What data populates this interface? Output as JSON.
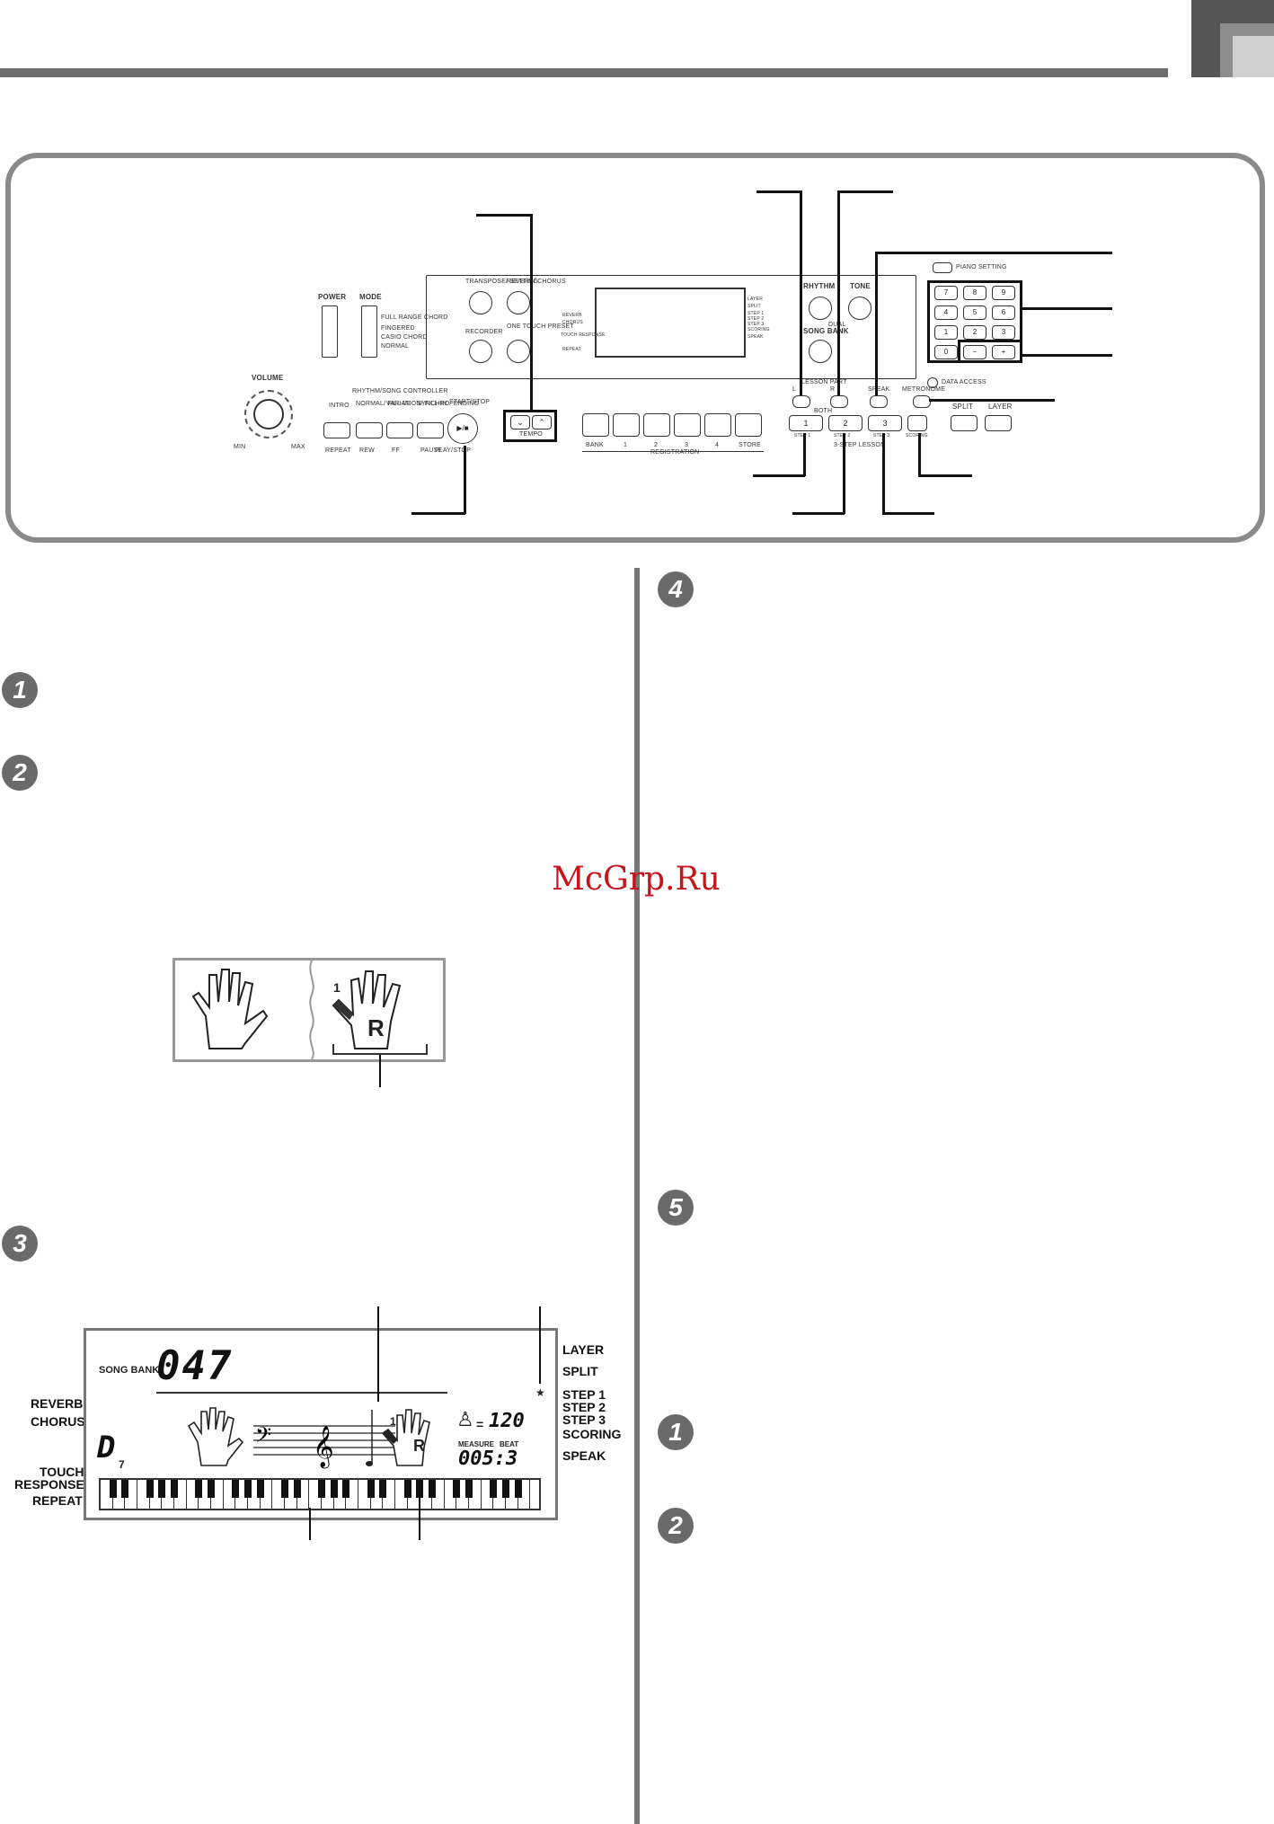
{
  "header": {
    "rule_color": "#6c6c6c"
  },
  "panel": {
    "labels": {
      "power": "POWER",
      "mode": "MODE",
      "mode_opts": [
        "FULL RANGE CHORD",
        "FINGERED",
        "CASIO CHORD",
        "NORMAL"
      ],
      "volume": "VOLUME",
      "vol_min": "MIN",
      "vol_max": "MAX",
      "transpose": "TRANSPOSE/ SETTING",
      "reverb_chorus": "REVERB/ CHORUS",
      "recorder": "RECORDER",
      "one_touch": "ONE TOUCH PRESET",
      "rhythm": "RHYTHM",
      "tone": "TONE",
      "dual": "DUAL",
      "song_bank": "SONG BANK",
      "piano_setting": "PIANO SETTING",
      "controller": "RHYTHM/SONG CONTROLLER",
      "intro": "INTRO",
      "normal_fill": "NORMAL/ FILL-IN",
      "variation_fill": "VARIATION/ FILL-IN",
      "synchro": "SYNCHRO/ ENDING",
      "start_stop": "START/STOP",
      "repeat": "REPEAT",
      "rew": "REW",
      "ff": "FF",
      "pause": "PAUSE",
      "play_stop": "PLAY/STOP",
      "tempo": "TEMPO",
      "bank": "BANK",
      "store": "STORE",
      "registration": "REGISTRATION",
      "reg_nums": [
        "1",
        "2",
        "3",
        "4"
      ],
      "lesson_part": "LESSON PART",
      "l": "L",
      "r": "R",
      "both": "BOTH",
      "speak": "SPEAK",
      "metronome": "METRONOME",
      "data_access": "DATA ACCESS",
      "split": "SPLIT",
      "layer": "LAYER",
      "step1": "STEP 1",
      "step2": "STEP 2",
      "step3": "STEP 3",
      "scoring": "SCORING",
      "three_step": "3-STEP LESSON",
      "numpad": [
        "7",
        "8",
        "9",
        "4",
        "5",
        "6",
        "1",
        "2",
        "3",
        "0",
        "−",
        "+"
      ],
      "lcd_left": [
        "REVERB",
        "CHORUS",
        "TOUCH RESPONSE",
        "REPEAT"
      ],
      "lcd_right": [
        "LAYER",
        "SPLIT",
        "STEP 1",
        "STEP 2",
        "STEP 3",
        "SCORING",
        "SPEAK"
      ],
      "step_btns": [
        "1",
        "2",
        "3"
      ]
    }
  },
  "steps": {
    "left": [
      "1",
      "2",
      "3"
    ],
    "right_top": "4",
    "right_mid": "5",
    "right_sub": [
      "1",
      "2"
    ]
  },
  "hands_figure": {
    "finger_number": "1",
    "hand_letter": "R"
  },
  "lcd_figure": {
    "song_bank": "SONG BANK",
    "song_number": "047",
    "chord": "D",
    "chord_sub": "7",
    "tempo_value": "120",
    "measure_label": "MEASURE",
    "beat_label": "BEAT",
    "measure_value": "005:3",
    "finger_number": "1",
    "hand_letter": "R",
    "left_labels": [
      "REVERB",
      "CHORUS",
      "TOUCH",
      "RESPONSE",
      "REPEAT"
    ],
    "right_labels": [
      "LAYER",
      "SPLIT",
      "STEP 1",
      "STEP 2",
      "STEP 3",
      "SCORING",
      "SPEAK"
    ]
  },
  "watermark": "McGrp.Ru"
}
